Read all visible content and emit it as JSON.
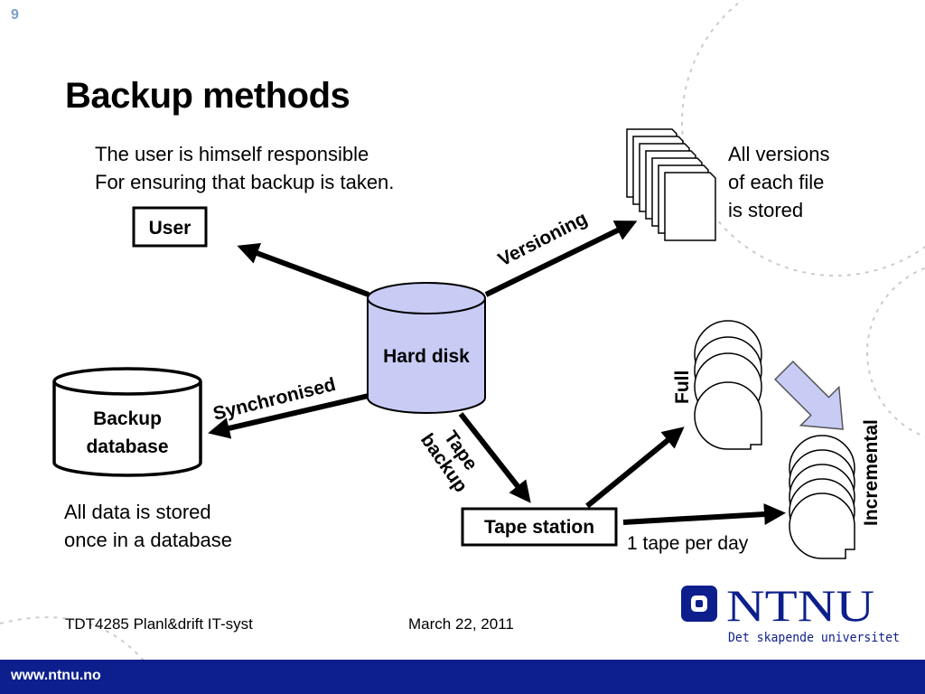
{
  "slide_number": "9",
  "title": "Backup methods",
  "user_note": [
    "The user is himself responsible",
    "For ensuring that backup is taken."
  ],
  "versions_note": [
    "All versions",
    "of each file",
    "is stored"
  ],
  "database_note": [
    "All data is stored",
    "once in a database"
  ],
  "nodes": {
    "user": "User",
    "hard_disk": "Hard disk",
    "backup_database": [
      "Backup",
      "database"
    ],
    "tape_station": "Tape station"
  },
  "edge_labels": {
    "versioning": "Versioning",
    "synchronised": "Synchronised",
    "tape_backup": [
      "Tape",
      "backup"
    ],
    "full": "Full",
    "incremental": "Incremental",
    "tape_per_day": "1 tape per day"
  },
  "footer": {
    "course": "TDT4285 Planl&drift IT-syst",
    "date": "March 22, 2011",
    "url": "www.ntnu.no"
  },
  "logo": {
    "name": "NTNU",
    "tagline": "Det skapende universitet"
  },
  "colors": {
    "cylinder_fill": "#c8ccf5",
    "navy": "#0d1f8c",
    "arrow_fill": "#c8ccf5",
    "accent_dots": "#c8c8c8"
  }
}
